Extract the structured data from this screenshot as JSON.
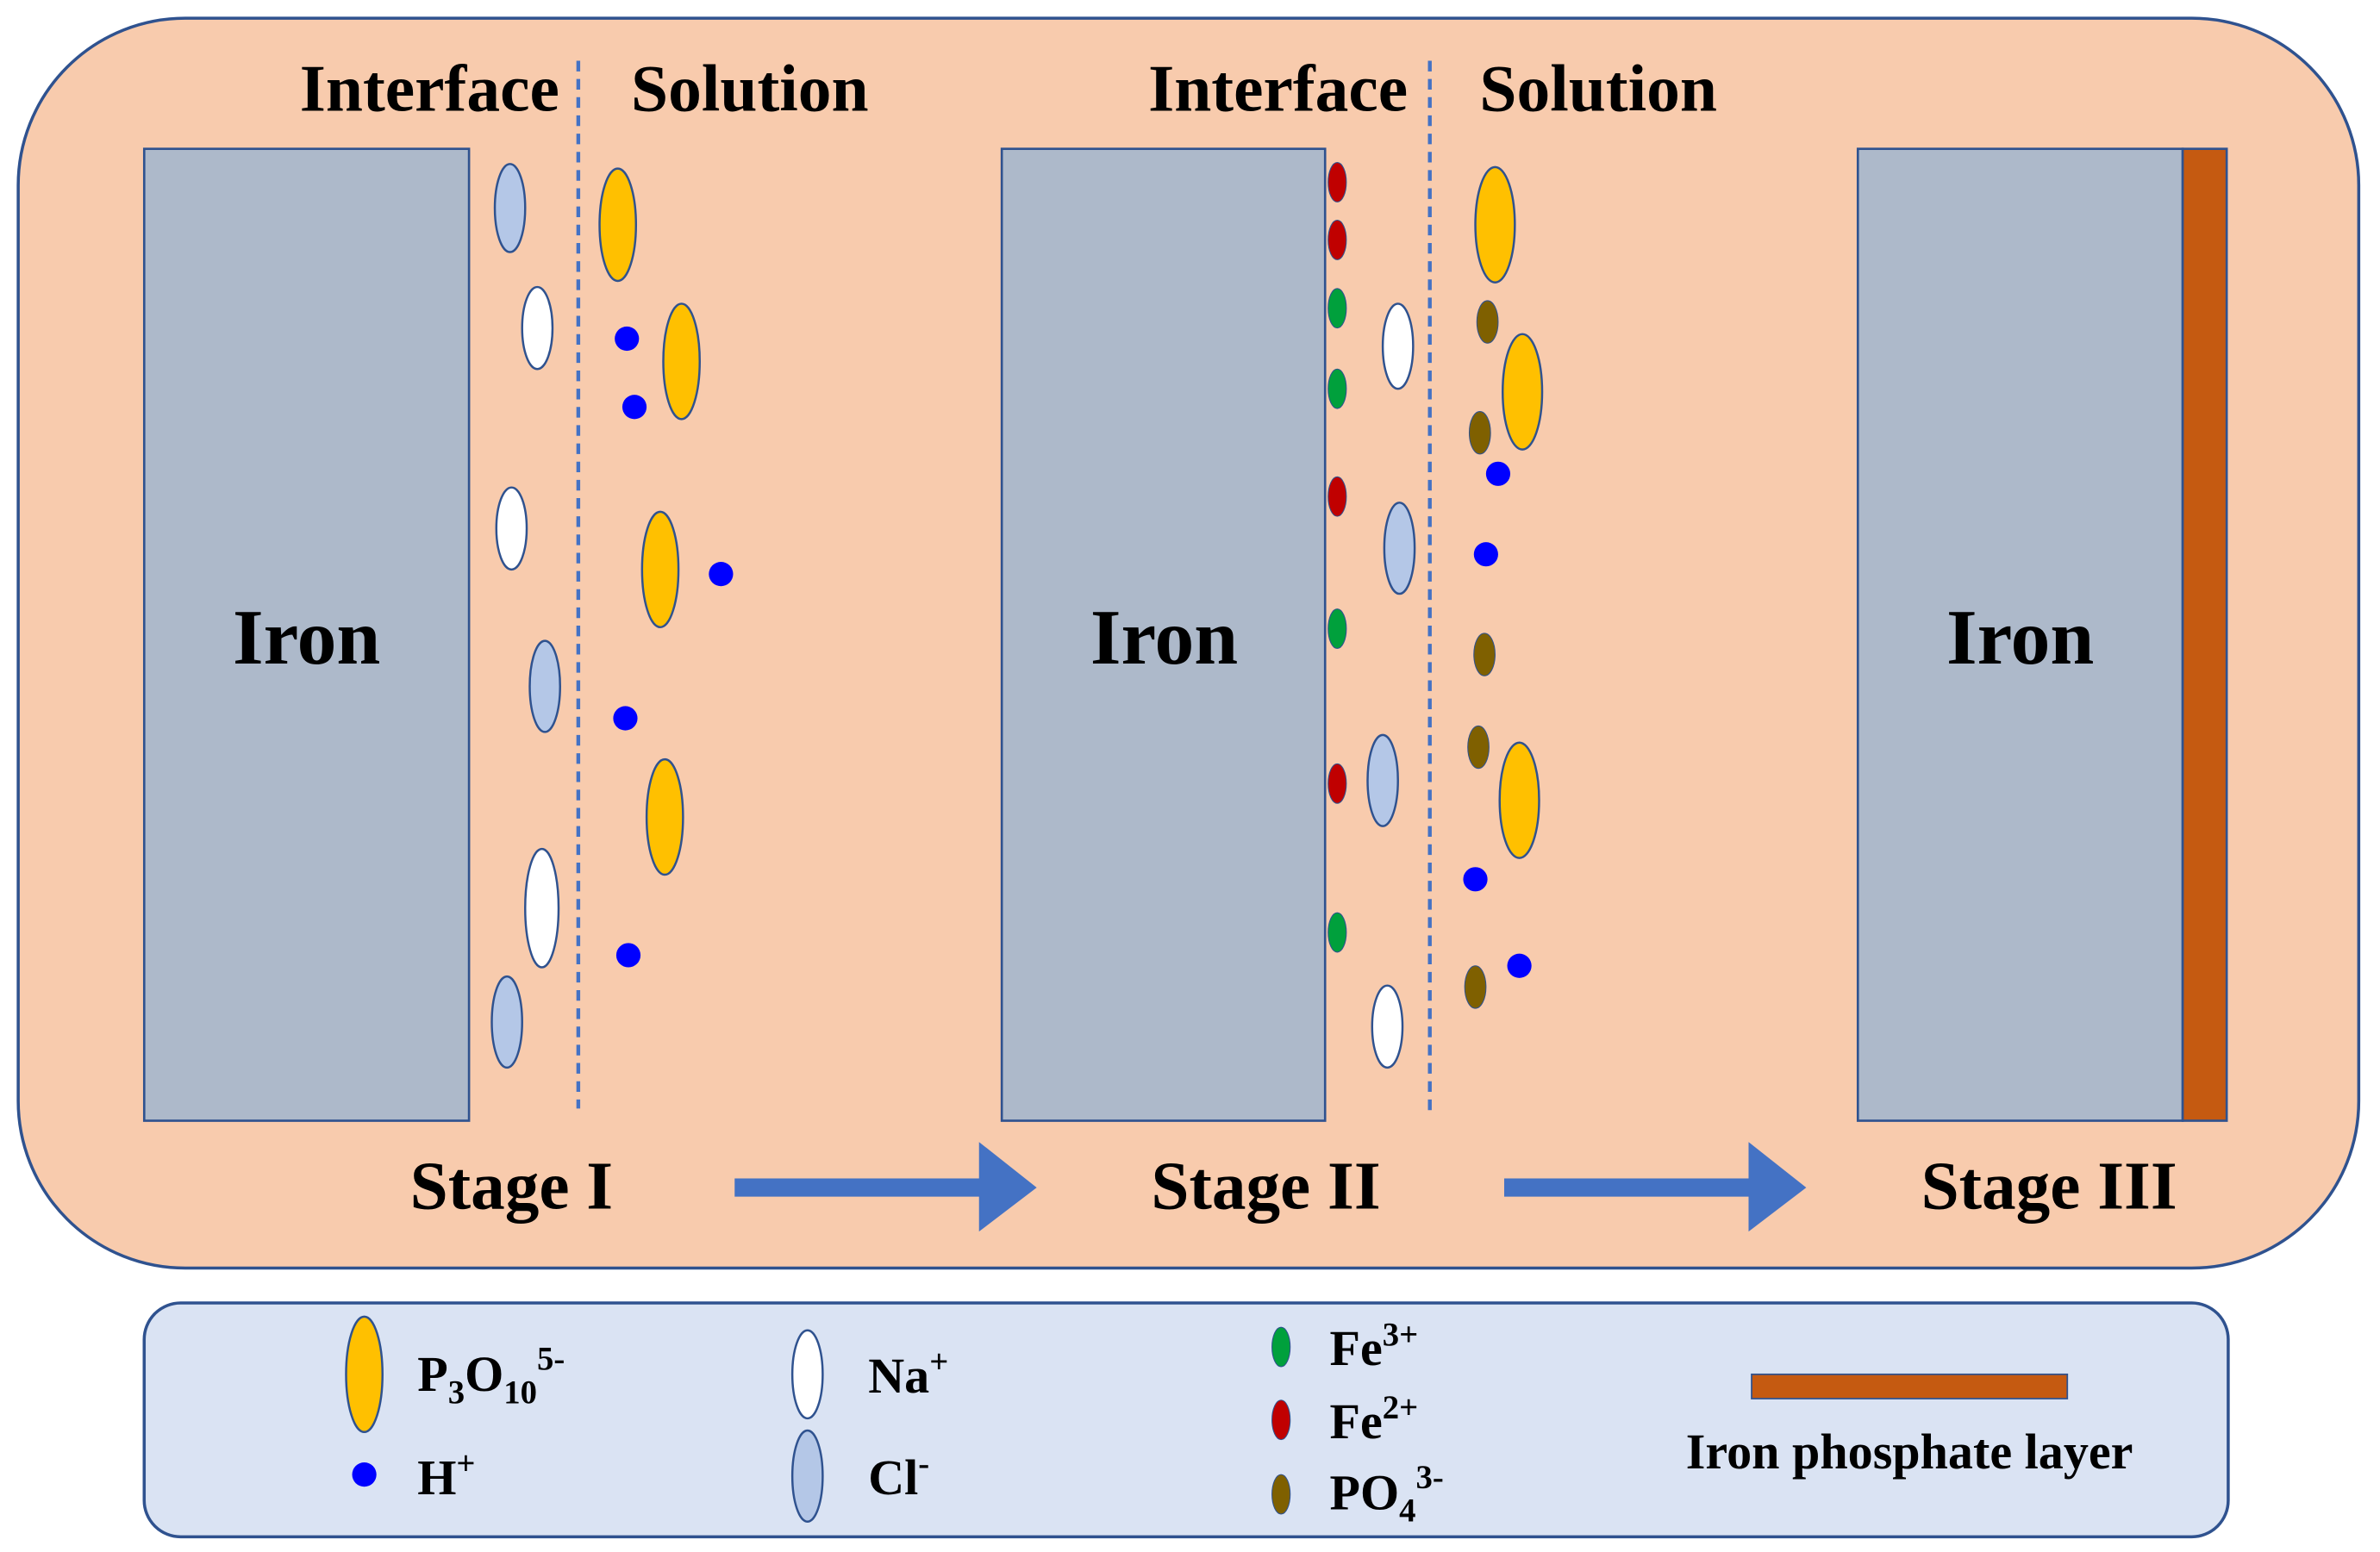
{
  "stages": [
    {
      "interface_label": "Interface",
      "solution_label": "Solution",
      "iron_label": "Iron",
      "stage_label": "Stage I"
    },
    {
      "interface_label": "Interface",
      "solution_label": "Solution",
      "iron_label": "Iron",
      "stage_label": "Stage II"
    },
    {
      "iron_label": "Iron",
      "stage_label": "Stage III"
    }
  ],
  "species": {
    "p3o10": {
      "label": [
        "P",
        "3",
        "O",
        "10",
        "5-"
      ],
      "color": "#FFC000"
    },
    "h": {
      "label": [
        "H",
        "+"
      ],
      "color": "#0000FF"
    },
    "na": {
      "label": [
        "Na",
        "+"
      ],
      "color": "#FFFFFF"
    },
    "cl": {
      "label": [
        "Cl",
        "-"
      ],
      "color": "#B4C7E7"
    },
    "fe3": {
      "label": [
        "Fe",
        "3+"
      ],
      "color": "#00A03C"
    },
    "fe2": {
      "label": [
        "Fe",
        "2+"
      ],
      "color": "#C00000"
    },
    "po4": {
      "label": [
        "PO",
        "4",
        "3-"
      ],
      "color": "#7F6000"
    },
    "iron_phosphate_layer": {
      "label": "Iron phosphate layer",
      "color": "#C55A11"
    }
  },
  "colors": {
    "background": "#F8CBAD",
    "iron": "#ADB9CA",
    "legend_background": "#DAE3F3",
    "outline": "#2F528F",
    "arrow": "#4472C4"
  }
}
